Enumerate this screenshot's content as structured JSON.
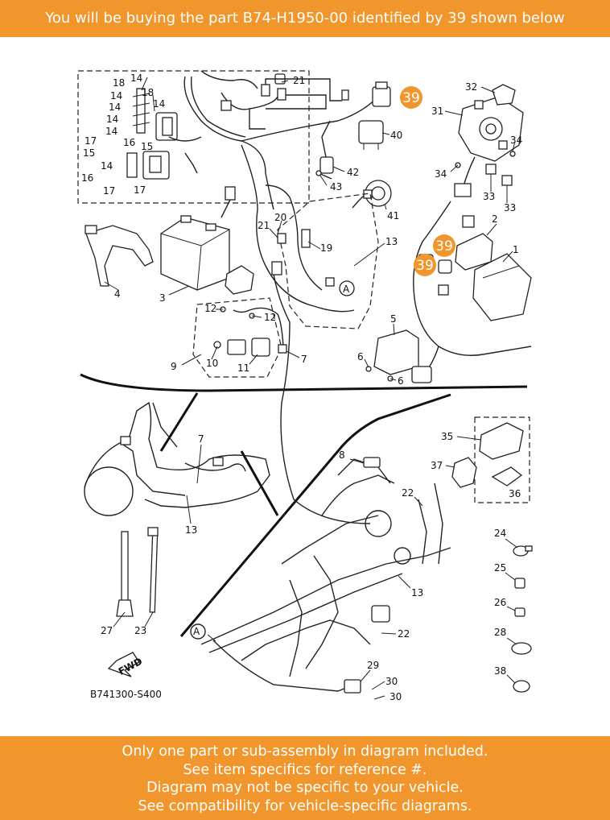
{
  "header": {
    "text": "You will be buying the part B74-H1950-00 identified by 39 shown below"
  },
  "diagram": {
    "code": "B741300-S400",
    "fwd_label": "FWD",
    "highlight_ref": "39",
    "highlight_color": "#f0962c",
    "labels": {
      "l1": "1",
      "l2": "2",
      "l3": "3",
      "l4": "4",
      "l5": "5",
      "l6a": "6",
      "l6b": "6",
      "l7a": "7",
      "l7b": "7",
      "l8": "8",
      "l9": "9",
      "l10": "10",
      "l11": "11",
      "l12a": "12",
      "l12b": "12",
      "l13a": "13",
      "l13b": "13",
      "l13c": "13",
      "l14a": "14",
      "l14b": "14",
      "l14c": "14",
      "l14d": "14",
      "l14e": "14",
      "l14f": "14",
      "l14g": "14",
      "l15a": "15",
      "l15b": "15",
      "l16a": "16",
      "l16b": "16",
      "l17a": "17",
      "l17b": "17",
      "l17c": "17",
      "l18a": "18",
      "l18b": "18",
      "l19": "19",
      "l20": "20",
      "l21a": "21",
      "l21b": "21",
      "l22a": "22",
      "l22b": "22",
      "l23": "23",
      "l24": "24",
      "l25": "25",
      "l26": "26",
      "l27": "27",
      "l28": "28",
      "l29": "29",
      "l30a": "30",
      "l30b": "30",
      "l31": "31",
      "l32": "32",
      "l33a": "33",
      "l33b": "33",
      "l34a": "34",
      "l34b": "34",
      "l35": "35",
      "l36": "36",
      "l37": "37",
      "l38": "38",
      "l40": "40",
      "l41": "41",
      "l42": "42",
      "l43": "43",
      "markA1": "A",
      "markA2": "A"
    },
    "callouts": [
      "39",
      "39",
      "39"
    ]
  },
  "footer": {
    "lines": [
      "Only one part or sub-assembly in diagram included.",
      "See item specifics for reference #.",
      "Diagram may not be specific to your vehicle.",
      "See compatibility for vehicle-specific diagrams."
    ]
  }
}
